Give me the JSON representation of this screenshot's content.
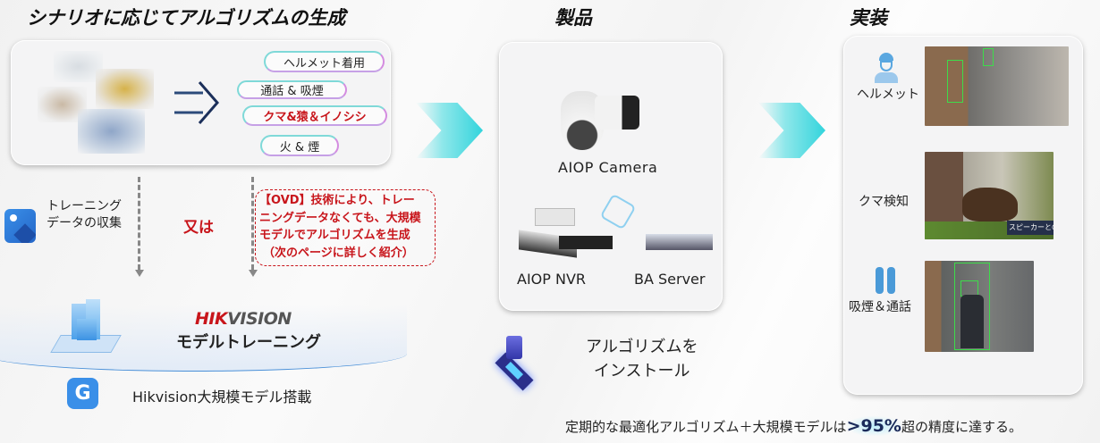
{
  "scenario": {
    "title": "シナリオに応じてアルゴリズムの生成",
    "tags": [
      "ヘルメット着用",
      "通話 & 吸煙",
      "クマ&猿＆イノシシ",
      "火 & 煙"
    ],
    "collect_label_1": "トレーニング",
    "collect_label_2": "データの収集",
    "or_label": "又は",
    "ovd_lines": [
      "【OVD】技術により、トレー",
      "ニングデータなくても、大規模",
      "モデルでアルゴリズムを生成",
      "（次のページに詳しく紹介）"
    ],
    "brand_hik": "HIK",
    "brand_vision": "VISION",
    "training_label": "モデルトレーニング",
    "model_label": "Hikvision大規模モデル搭載"
  },
  "products": {
    "title": "製品",
    "camera": "AIOP Camera",
    "nvr": "AIOP NVR",
    "server": "BA Server",
    "install_1": "アルゴリズムを",
    "install_2": "インストール"
  },
  "deploy": {
    "title": "実装",
    "items": [
      {
        "label": "ヘルメット"
      },
      {
        "label": "クマ検知",
        "overlay": "スピーカーとの"
      },
      {
        "label": "吸煙＆通話"
      }
    ]
  },
  "footer": {
    "prefix": "定期的な最適化アルゴリズム＋大規模モデルは",
    "highlight": ">95%",
    "suffix": "超の精度に達する。"
  },
  "colors": {
    "accent_red": "#c8151b",
    "accent_cyan": "#32d4dc",
    "icon_blue": "#3a8fe8"
  }
}
